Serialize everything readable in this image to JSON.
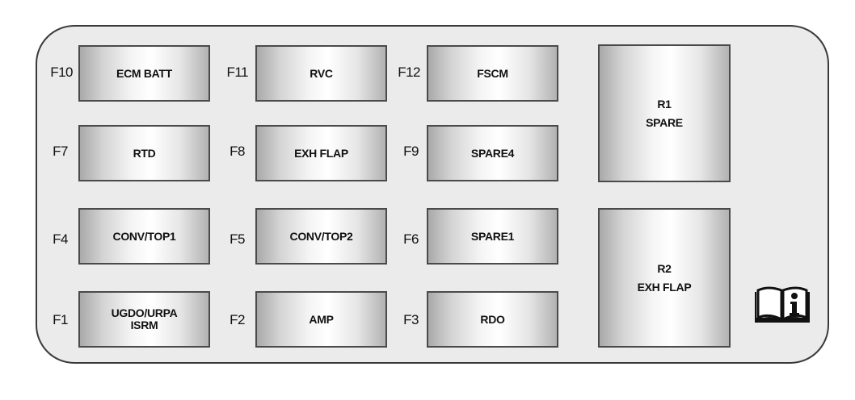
{
  "title": "Fuse Block Diagram",
  "fuses": [
    {
      "id": "F10",
      "label": "ECM BATT"
    },
    {
      "id": "F11",
      "label": "RVC"
    },
    {
      "id": "F12",
      "label": "FSCM"
    },
    {
      "id": "F7",
      "label": "RTD"
    },
    {
      "id": "F8",
      "label": "EXH FLAP"
    },
    {
      "id": "F9",
      "label": "SPARE4"
    },
    {
      "id": "F4",
      "label": "CONV/TOP1"
    },
    {
      "id": "F5",
      "label": "CONV/TOP2"
    },
    {
      "id": "F6",
      "label": "SPARE1"
    },
    {
      "id": "F1",
      "label_line1": "UGDO/URPA",
      "label_line2": "ISRM"
    },
    {
      "id": "F2",
      "label": "AMP"
    },
    {
      "id": "F3",
      "label": "RDO"
    }
  ],
  "relays": [
    {
      "id": "R1",
      "label": "SPARE"
    },
    {
      "id": "R2",
      "label": "EXH FLAP"
    }
  ],
  "icons": {
    "manual": "owner-manual-info-icon"
  }
}
